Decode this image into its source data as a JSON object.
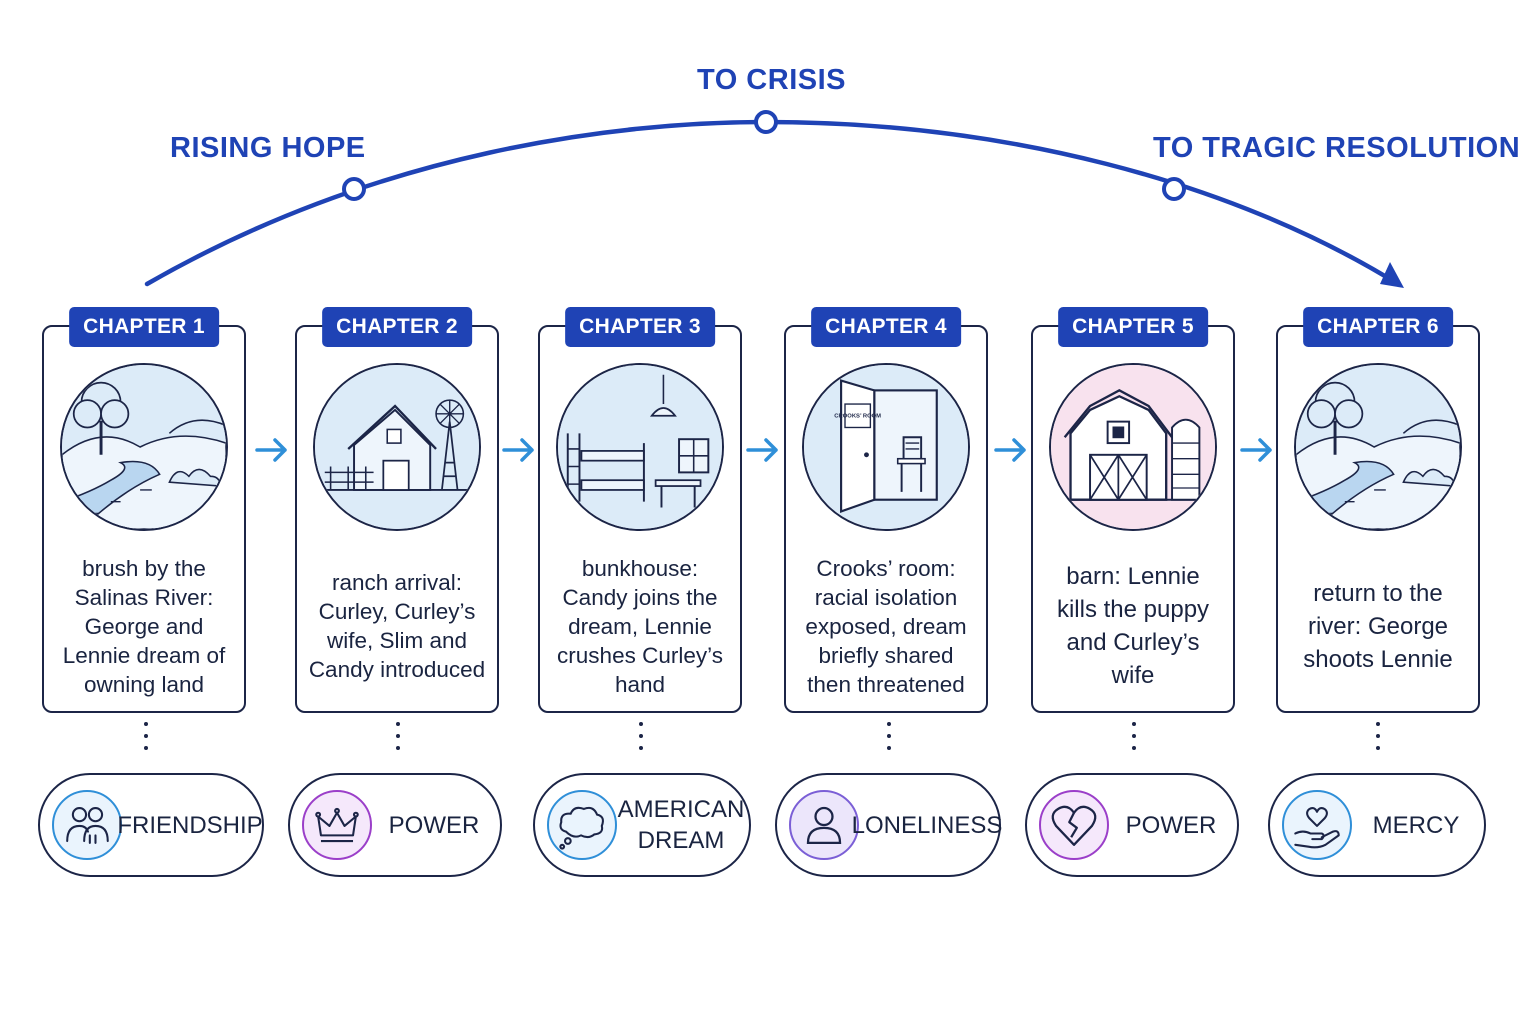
{
  "arc": {
    "labels": {
      "rising": "RISING HOPE",
      "crisis": "TO CRISIS",
      "tragic": "TO TRAGIC RESOLUTION"
    }
  },
  "chapters": [
    {
      "badge": "CHAPTER 1",
      "scene_icon": "river-landscape-icon",
      "description": "brush by the Salinas River: George and Lennie dream of owning land",
      "theme": "FRIENDSHIP",
      "theme_icon": "two-people-icon",
      "theme_color": "#2f8fd8"
    },
    {
      "badge": "CHAPTER 2",
      "scene_icon": "ranch-barn-windmill-icon",
      "description": "ranch arrival: Curley, Curley’s wife, Slim and Candy introduced",
      "theme": "POWER",
      "theme_icon": "crown-icon",
      "theme_color": "#9b3fc9"
    },
    {
      "badge": "CHAPTER 3",
      "scene_icon": "bunkhouse-icon",
      "description": "bunkhouse: Candy joins the dream, Lennie crushes Curley’s hand",
      "theme": "AMERICAN DREAM",
      "theme_icon": "thought-cloud-icon",
      "theme_color": "#2f8fd8"
    },
    {
      "badge": "CHAPTER 4",
      "scene_icon": "open-door-chair-icon",
      "scene_sign": "CROOKS’ ROOM",
      "description": "Crooks’ room: racial isolation exposed, dream briefly shared then threatened",
      "theme": "LONELINESS",
      "theme_icon": "person-icon",
      "theme_color": "#7b5fd6"
    },
    {
      "badge": "CHAPTER 5",
      "scene_icon": "barn-silo-icon",
      "description": "barn: Lennie kills the puppy and Curley’s wife",
      "theme": "POWER",
      "theme_icon": "broken-heart-icon",
      "theme_color": "#9b3fc9"
    },
    {
      "badge": "CHAPTER 6",
      "scene_icon": "river-landscape-icon",
      "description": "return to the river: George shoots Lennie",
      "theme": "MERCY",
      "theme_icon": "heart-in-hand-icon",
      "theme_color": "#2f8fd8"
    }
  ],
  "colors": {
    "accent": "#1f43b5",
    "arrow": "#2f8fd8",
    "outline": "#1c2547",
    "scene_fill": "#dcebf8",
    "barn_fill": "#f8e2ee"
  }
}
